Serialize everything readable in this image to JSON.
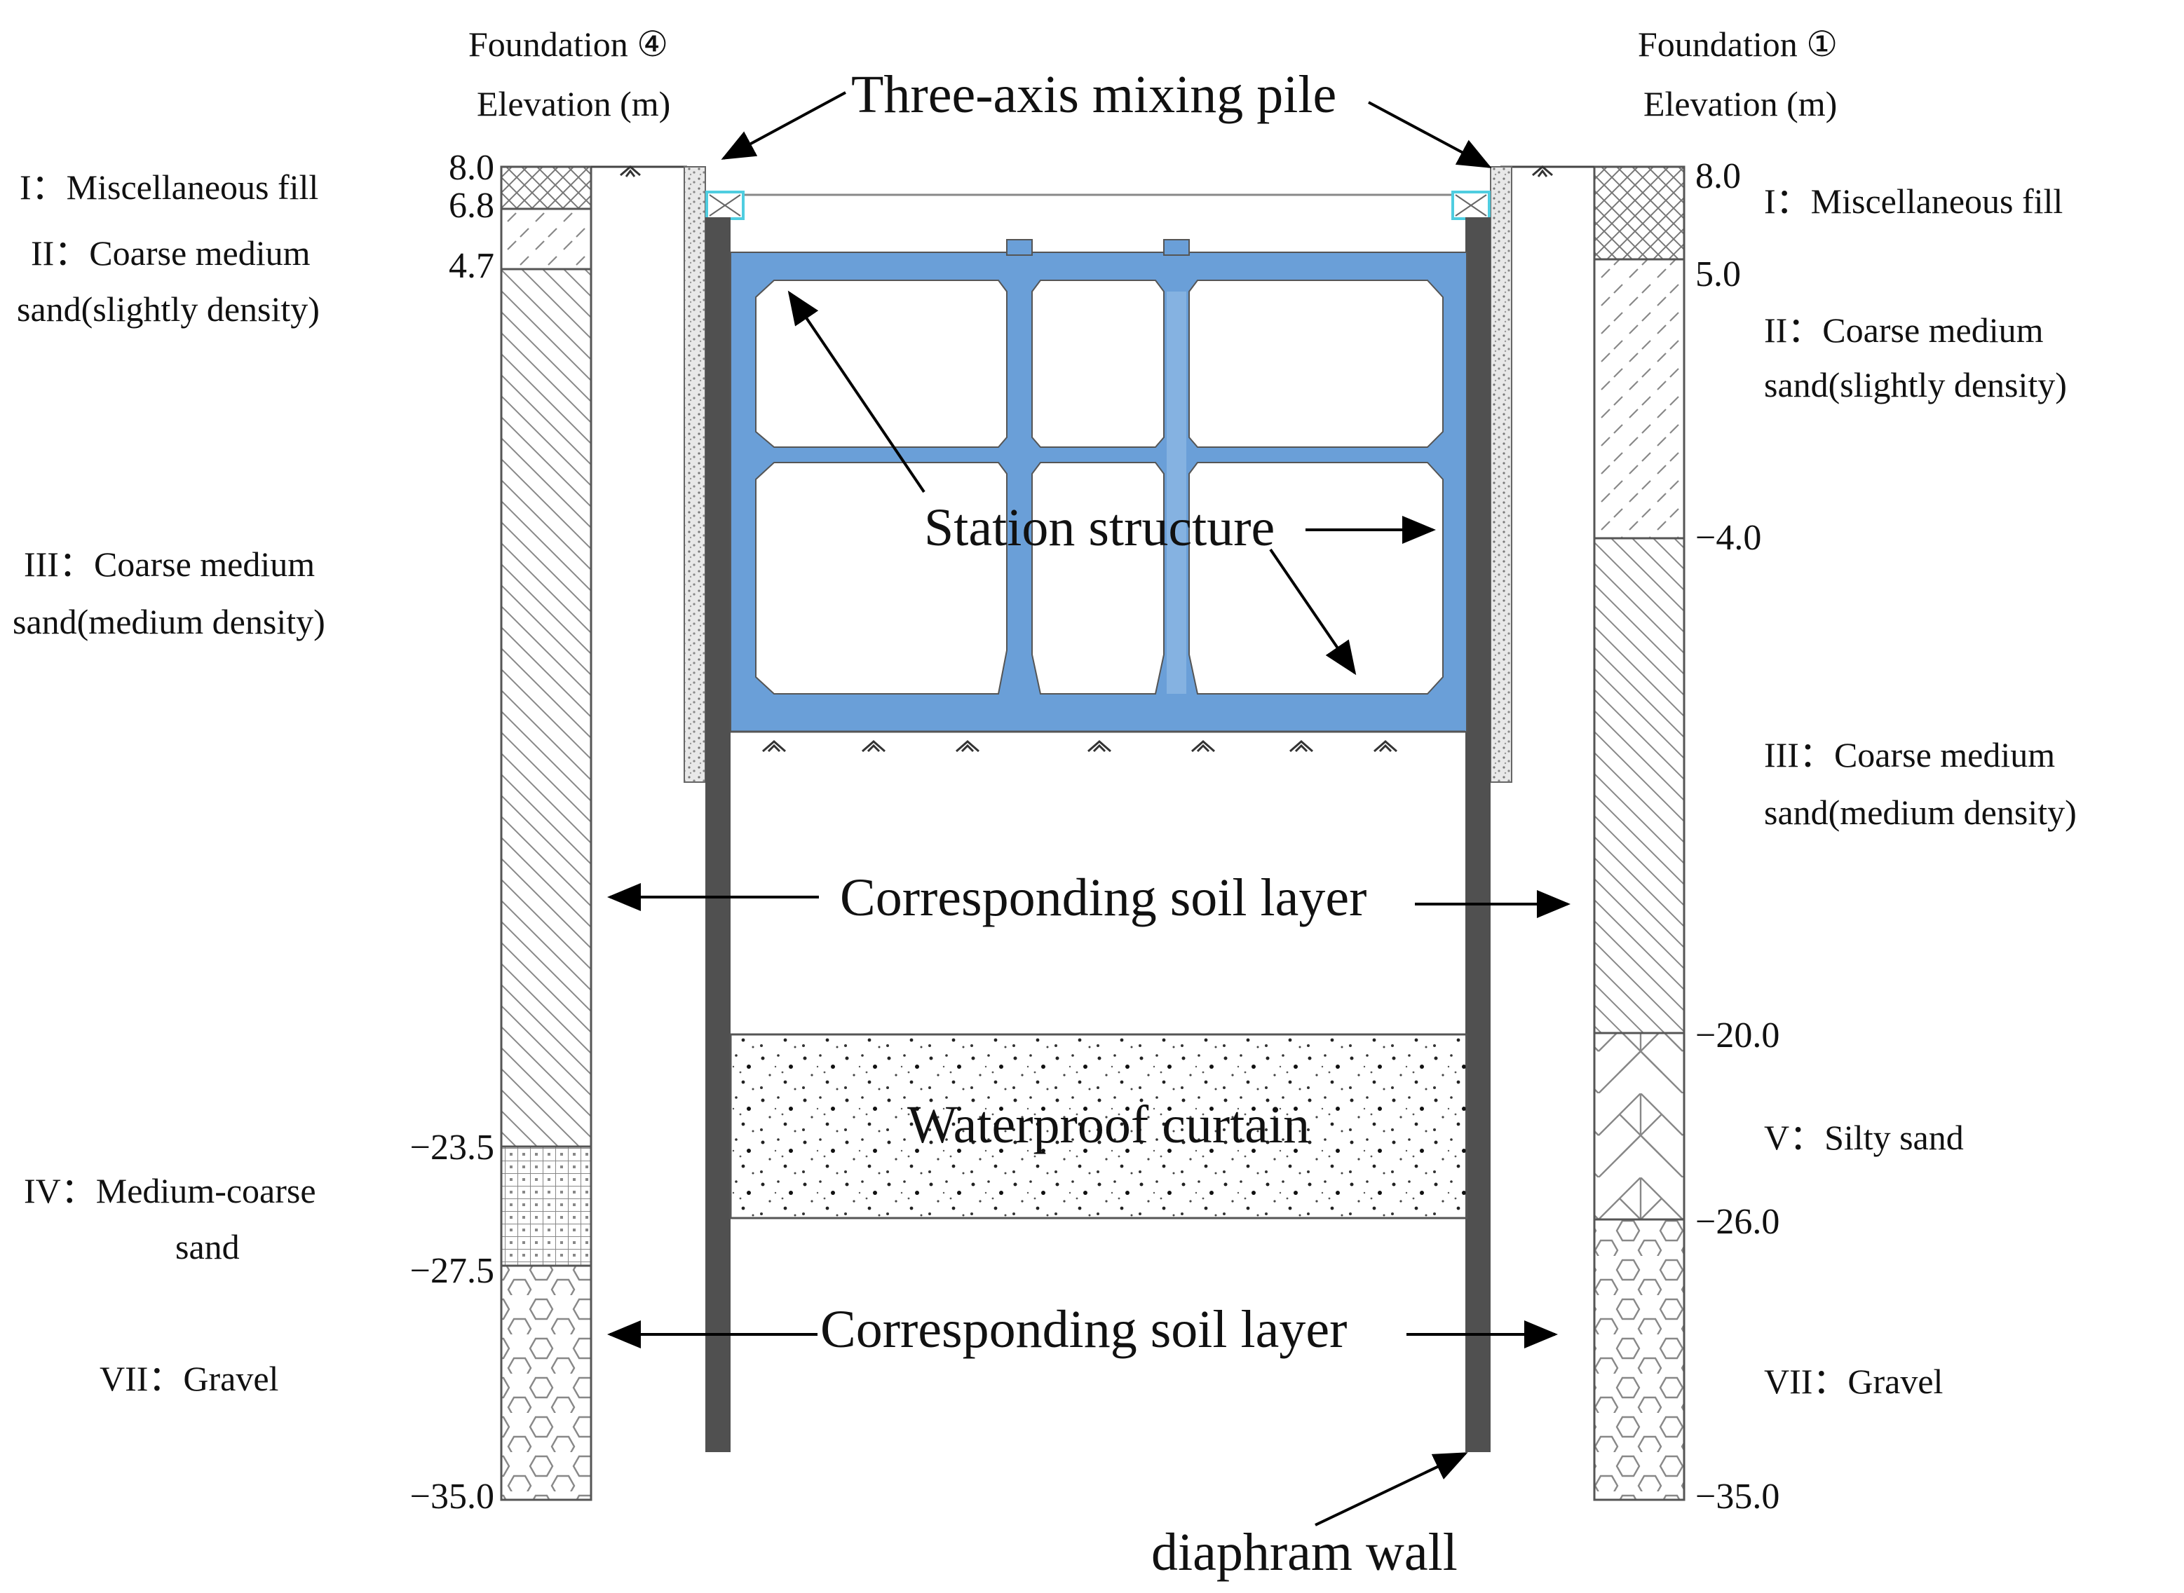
{
  "left_column": {
    "header_line1": "Foundation ④",
    "header_line2": "Elevation (m)",
    "elevations": [
      "8.0",
      "6.8",
      "4.7",
      "−23.5",
      "−27.5",
      "−35.0"
    ],
    "layers": [
      {
        "line1": "I：Miscellaneous fill",
        "line2": ""
      },
      {
        "line1": "II：Coarse medium",
        "line2": "sand(slightly density)"
      },
      {
        "line1": "III：Coarse medium",
        "line2": "sand(medium density)"
      },
      {
        "line1": "IV：Medium-coarse",
        "line2": "sand"
      },
      {
        "line1": "VII：Gravel",
        "line2": ""
      }
    ]
  },
  "right_column": {
    "header_line1": "Foundation ①",
    "header_line2": "Elevation (m)",
    "elevations": [
      "8.0",
      "5.0",
      "−4.0",
      "−20.0",
      "−26.0",
      "−35.0"
    ],
    "layers": [
      {
        "line1": "I：Miscellaneous fill",
        "line2": ""
      },
      {
        "line1": "II：Coarse medium",
        "line2": "sand(slightly density)"
      },
      {
        "line1": "III：Coarse medium",
        "line2": "sand(medium density)"
      },
      {
        "line1": "V：Silty sand",
        "line2": ""
      },
      {
        "line1": "VII：Gravel",
        "line2": ""
      }
    ]
  },
  "callouts": {
    "mixing_pile": "Three-axis mixing pile",
    "station": "Station structure",
    "soil_layer_upper": "Corresponding soil layer",
    "soil_layer_lower": "Corresponding soil layer",
    "curtain": "Waterproof curtain",
    "diaphragm": "diaphram wall"
  },
  "colors": {
    "structure_fill": "#6a9fd8",
    "structure_light": "#8fb8e4",
    "wall": "#4a4a4a",
    "cap": "#6fe0f0"
  }
}
